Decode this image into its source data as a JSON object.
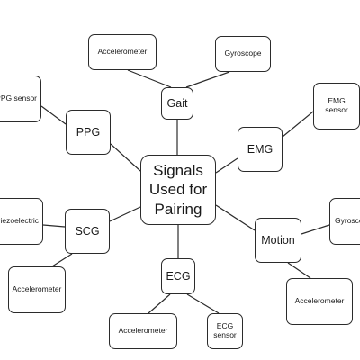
{
  "diagram": {
    "center": {
      "lines": [
        "Signals",
        "Used for",
        "Pairing"
      ]
    },
    "categories": {
      "gait": "Gait",
      "ppg": "PPG",
      "emg": "EMG",
      "scg": "SCG",
      "motion": "Motion",
      "ecg": "ECG"
    },
    "leaves": {
      "gait_accelerometer": "Accelerometer",
      "gait_gyroscope": "Gyroscope",
      "ppg_sensor": "PPG sensor",
      "emg_sensor": [
        "EMG",
        "sensor"
      ],
      "scg_piezoelectric": "Piezoelectric",
      "scg_accelerometer": "Accelerometer",
      "motion_gyroscope": "Gyroscope",
      "motion_accelerometer": "Accelerometer",
      "ecg_accelerometer": "Accelerometer",
      "ecg_sensor": [
        "ECG",
        "sensor"
      ]
    },
    "colors": {
      "border": "#2b2b2b",
      "line": "#2b2b2b",
      "background": "#ffffff",
      "text": "#1a1a1a"
    }
  }
}
